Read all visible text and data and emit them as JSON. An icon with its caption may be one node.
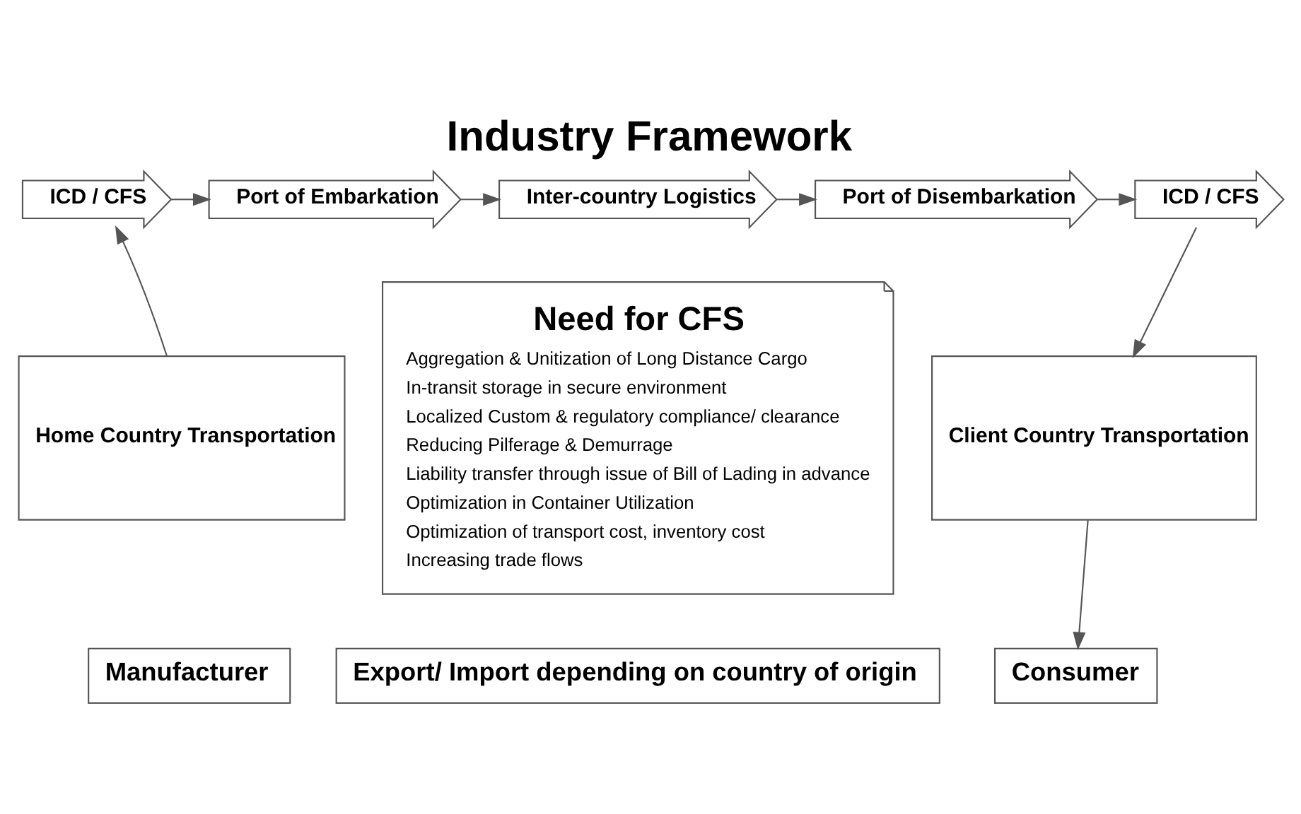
{
  "diagram": {
    "title": "Industry Framework",
    "nodes": [
      {
        "text": [
          "ICD / CFS"
        ]
      },
      {
        "text": [
          "Port of Embarkation"
        ]
      },
      {
        "text": [
          "Inter-country Logistics"
        ]
      },
      {
        "text": [
          "Port of Disembarkation"
        ]
      },
      {
        "text": [
          "ICD / CFS"
        ]
      },
      {
        "text": [
          "Need for CFS",
          "Aggregation & Unitization of Long Distance Cargo",
          "In-transit storage in secure environment",
          "Localized Custom & regulatory compliance/ clearance",
          "Reducing Pilferage & Demurrage",
          "Liability transfer through issue of Bill of Lading in advance",
          "Optimization in Container Utilization",
          "Optimization of transport cost, inventory cost",
          "Increasing trade flows"
        ]
      },
      {
        "text": [
          "Client Country Transportation"
        ]
      },
      {
        "text": [
          "Home Country Transportation"
        ]
      },
      {
        "text": [
          "Manufacturer"
        ]
      },
      {
        "text": [
          "Export/ Import depending on country of origin"
        ]
      },
      {
        "text": [
          "Consumer"
        ]
      }
    ],
    "edges": [
      {
        "from": 7,
        "to": 0,
        "arrow": "to"
      },
      {
        "from": 0,
        "to": 1,
        "arrow": "to"
      },
      {
        "from": 1,
        "to": 2,
        "arrow": "to"
      },
      {
        "from": 2,
        "to": 3,
        "arrow": "to"
      },
      {
        "from": 3,
        "to": 4,
        "arrow": "to"
      },
      {
        "from": 4,
        "to": 6,
        "arrow": "to"
      },
      {
        "from": 6,
        "to": 10,
        "arrow": "to"
      }
    ]
  }
}
